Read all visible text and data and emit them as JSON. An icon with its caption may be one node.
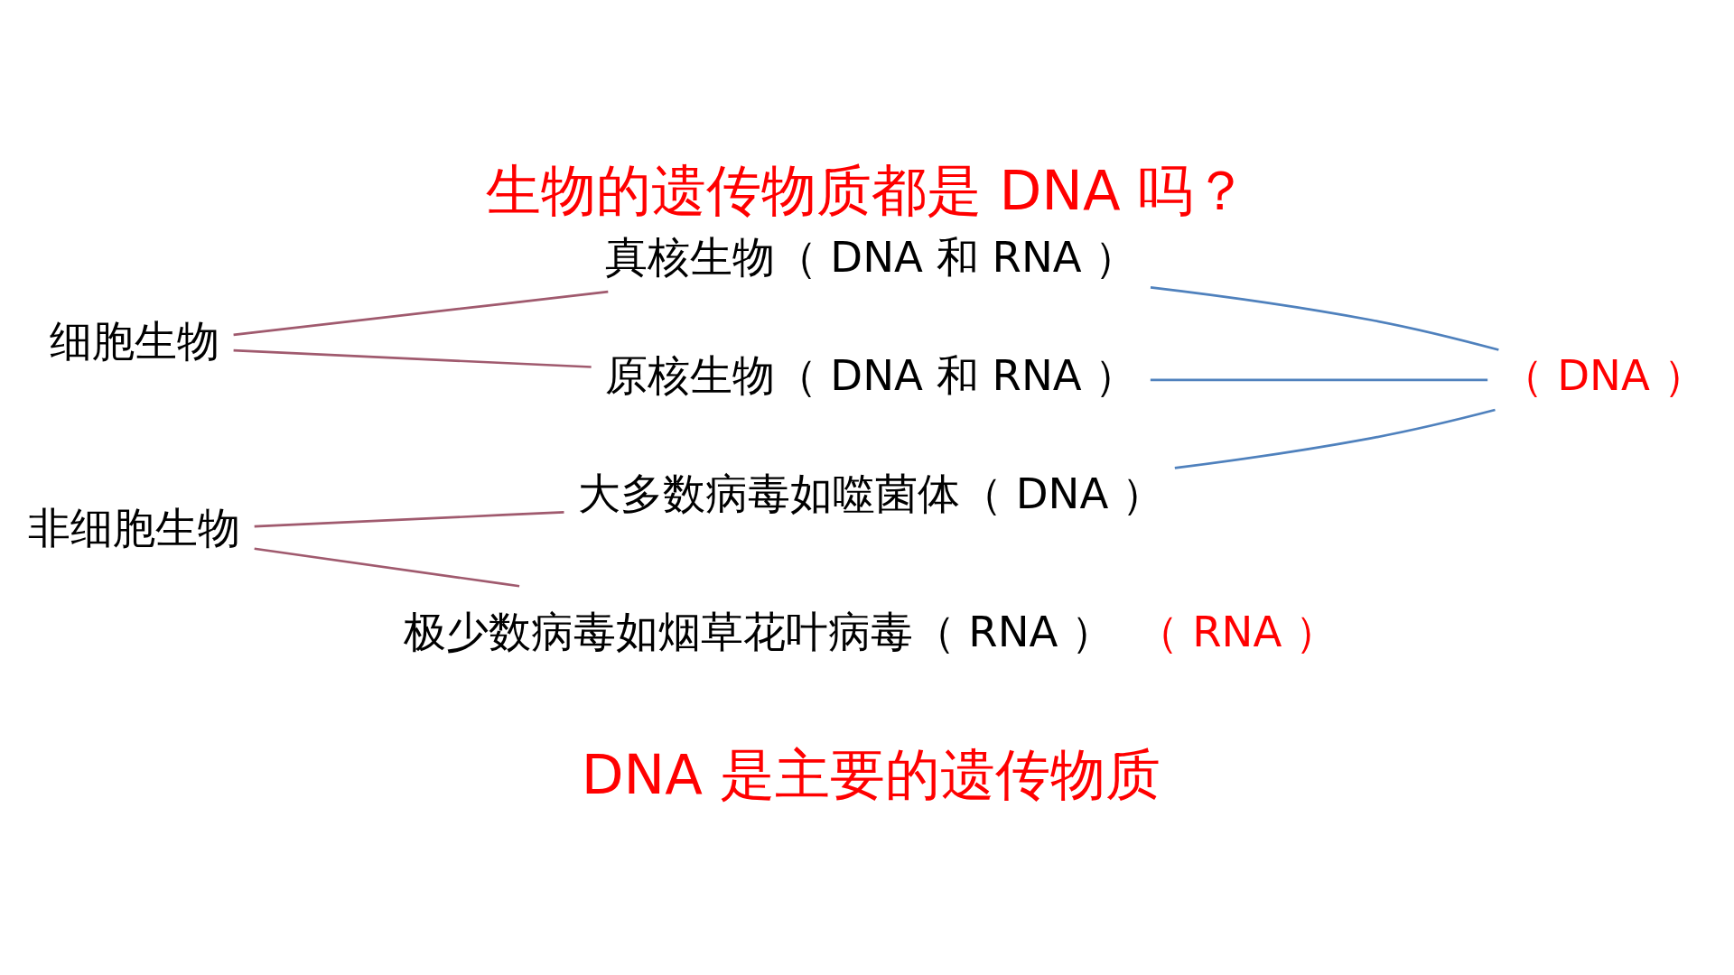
{
  "diagram": {
    "title": "生物的遗传物质都是 DNA 吗？",
    "caption": "DNA 是主要的遗传物质",
    "nodes": [
      {
        "text": [
          "细胞生物"
        ]
      },
      {
        "text": [
          "非细胞生物"
        ]
      },
      {
        "text": [
          "真核生物（ DNA 和 RNA ）"
        ]
      },
      {
        "text": [
          "原核生物（ DNA 和 RNA ）"
        ]
      },
      {
        "text": [
          "大多数病毒如噬菌体（ DNA ）"
        ]
      },
      {
        "text": [
          "极少数病毒如烟草花叶病毒（ RNA ）"
        ],
        "beside": [
          "（ RNA ）"
        ]
      },
      {
        "text": [
          "（ DNA ）"
        ]
      }
    ],
    "edges": [
      {
        "from": 0,
        "to": 2,
        "arrow": "none"
      },
      {
        "from": 0,
        "to": 3,
        "arrow": "none"
      },
      {
        "from": 1,
        "to": 4,
        "arrow": "none"
      },
      {
        "from": 1,
        "to": 5,
        "arrow": "none"
      },
      {
        "from": 2,
        "to": 6,
        "arrow": "none",
        "color": "#4f81bd"
      },
      {
        "from": 3,
        "to": 6,
        "arrow": "none",
        "color": "#4f81bd"
      },
      {
        "from": 4,
        "to": 6,
        "arrow": "none",
        "color": "#4f81bd"
      }
    ]
  }
}
